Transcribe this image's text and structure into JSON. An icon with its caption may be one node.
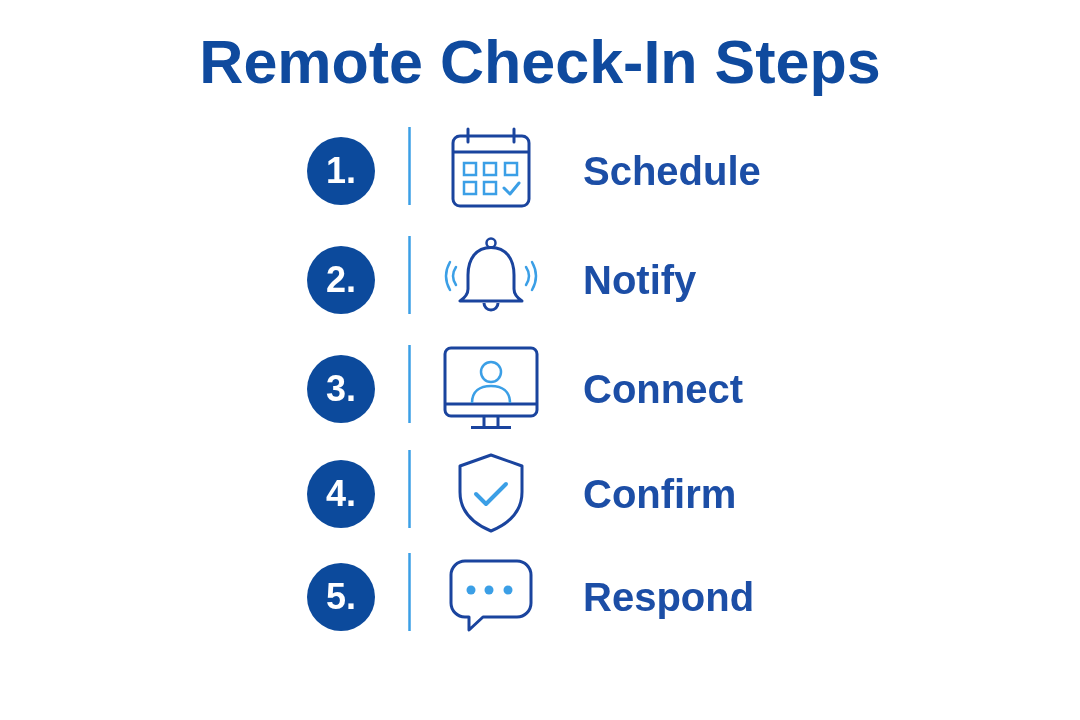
{
  "diagram": {
    "title": "Remote Check-In Steps",
    "nodes": [
      {
        "text": [
          "1."
        ]
      },
      {
        "text": [
          "2."
        ]
      },
      {
        "text": [
          "3."
        ]
      },
      {
        "text": [
          "4."
        ]
      },
      {
        "text": [
          "5."
        ]
      }
    ],
    "labels": [
      "Schedule",
      "Notify",
      "Connect",
      "Confirm",
      "Respond"
    ]
  }
}
